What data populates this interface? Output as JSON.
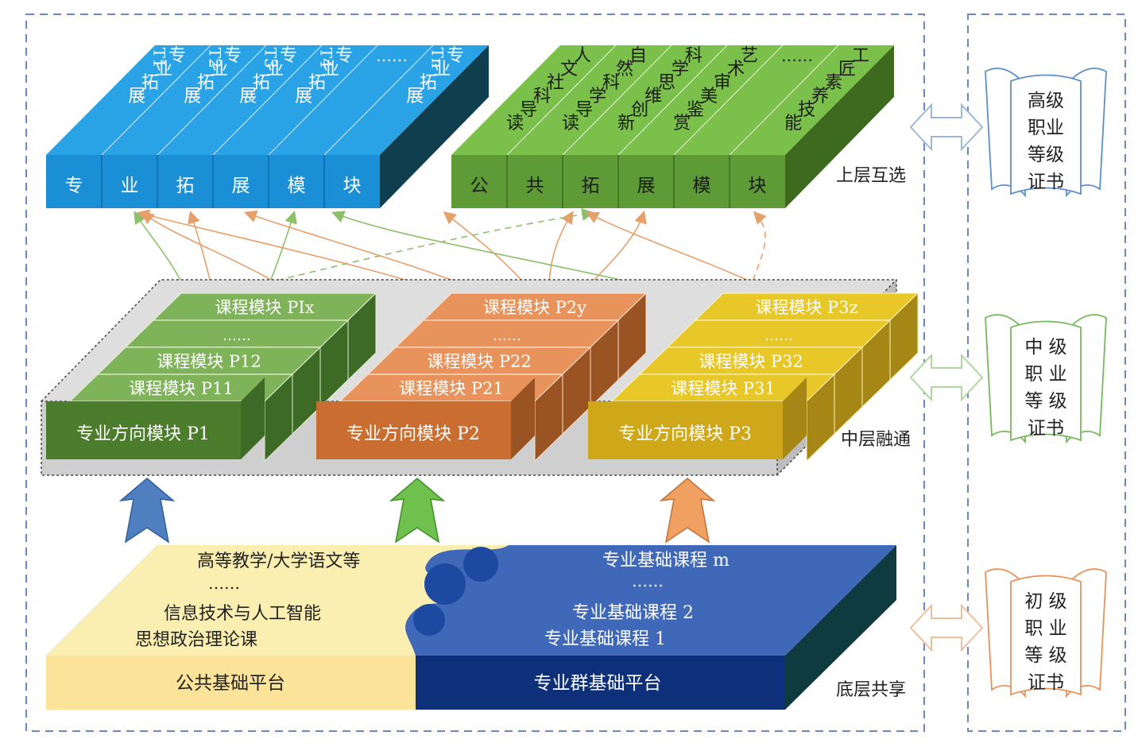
{
  "layers": {
    "top": "上层互选",
    "middle": "中层融通",
    "bottom": "底层共享"
  },
  "top_blue": {
    "front_chars": [
      "专",
      "业",
      "拓",
      "展",
      "模",
      "块"
    ],
    "columns": [
      {
        "text": "专业拓展",
        "code": "T1"
      },
      {
        "text": "专业拓展",
        "code": "T2"
      },
      {
        "text": "专业拓展",
        "code": "T3"
      },
      {
        "text": "专业拓展",
        "code": "T4"
      },
      {
        "text": "……",
        "code": ""
      },
      {
        "text": "专业拓展",
        "code": "Tn"
      }
    ]
  },
  "top_green": {
    "front_chars": [
      "公",
      "共",
      "拓",
      "展",
      "模",
      "块"
    ],
    "columns": [
      "人文社科导读",
      "自然科学导读",
      "科学思维创新",
      "艺术审美鉴赏",
      "……",
      "工匠素养技能"
    ]
  },
  "middle": {
    "stacks": [
      {
        "front": "专业方向模块 P1",
        "rows": [
          "课程模块 P11",
          "课程模块 P12",
          "……",
          "课程模块 PIx"
        ]
      },
      {
        "front": "专业方向模块 P2",
        "rows": [
          "课程模块 P21",
          "课程模块 P22",
          "……",
          "课程模块 P2y"
        ]
      },
      {
        "front": "专业方向模块 P3",
        "rows": [
          "课程模块 P31",
          "课程模块 P32",
          "……",
          "课程模块 P3z"
        ]
      }
    ]
  },
  "bottom": {
    "left_top": [
      "高等教学/大学语文等",
      "……",
      "信息技术与人工智能",
      "思想政治理论课"
    ],
    "right_top": [
      "专业基础课程 m",
      "……",
      "专业基础课程 2",
      "专业基础课程 1"
    ],
    "left_front": "公共基础平台",
    "right_front": "专业群基础平台"
  },
  "certificates": [
    {
      "lines": [
        "高级",
        "职业",
        "等级",
        "证书"
      ],
      "color": "#5b8fc9"
    },
    {
      "lines": [
        "中 级",
        "职 业",
        "等 级",
        "证书"
      ],
      "color": "#76b95c"
    },
    {
      "lines": [
        "初 级",
        "职 业",
        "等 级",
        "证书"
      ],
      "color": "#e8925a"
    }
  ]
}
